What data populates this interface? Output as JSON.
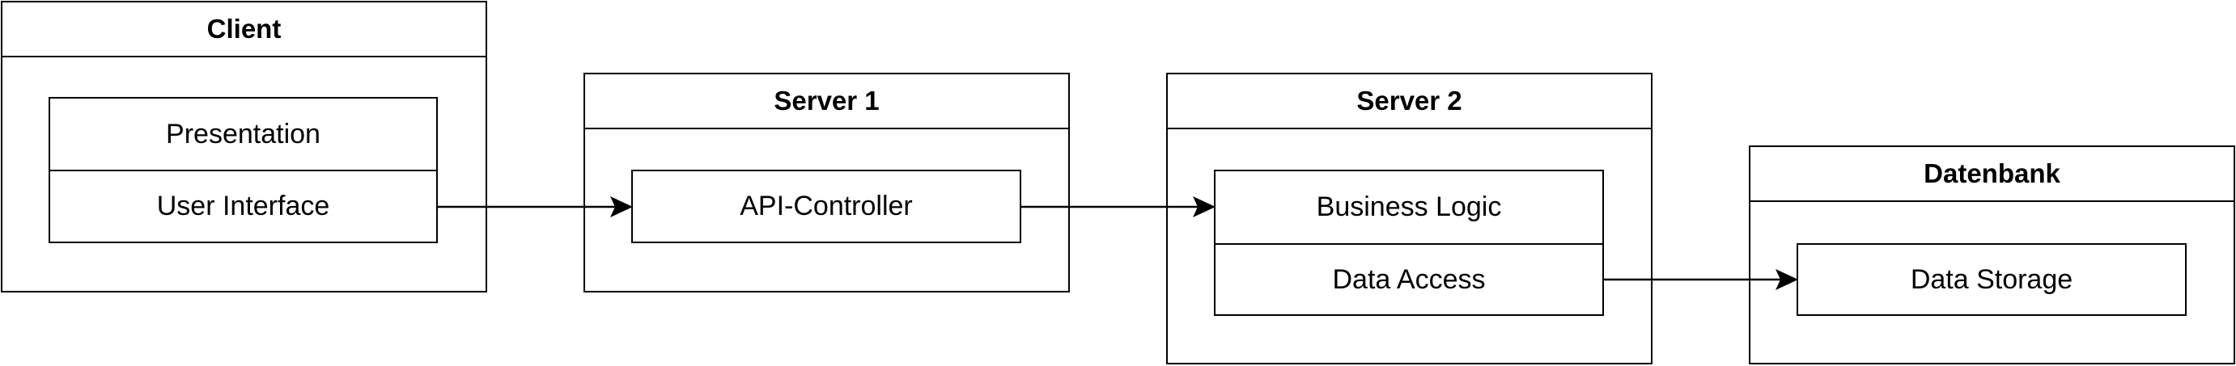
{
  "containers": {
    "client": {
      "title": "Client"
    },
    "server1": {
      "title": "Server 1"
    },
    "server2": {
      "title": "Server 2"
    },
    "datenbank": {
      "title": "Datenbank"
    }
  },
  "blocks": {
    "presentation": "Presentation",
    "user_interface": "User Interface",
    "api_controller": "API-Controller",
    "business_logic": "Business Logic",
    "data_access": "Data Access",
    "data_storage": "Data Storage"
  },
  "connections": [
    {
      "from": "User Interface",
      "to": "API-Controller"
    },
    {
      "from": "API-Controller",
      "to": "Business Logic"
    },
    {
      "from": "Data Access",
      "to": "Data Storage"
    }
  ],
  "colors": {
    "stroke": "#000000",
    "fill": "#ffffff"
  }
}
